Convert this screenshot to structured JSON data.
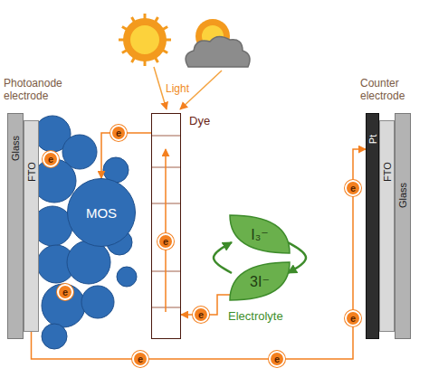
{
  "diagram": {
    "nodes": [
      {
        "text": [
          "Glass"
        ]
      },
      {
        "text": [
          "FTO"
        ]
      },
      {
        "text": [
          "MOS"
        ]
      },
      {
        "text": [
          "Dye"
        ]
      },
      {
        "text": [
          "I₃⁻"
        ]
      },
      {
        "text": [
          "3I⁻"
        ]
      },
      {
        "text": [
          "Pt"
        ]
      },
      {
        "text": [
          "FTO"
        ]
      },
      {
        "text": [
          "Glass"
        ]
      }
    ],
    "edges": [
      {
        "from": 3,
        "to": 2,
        "arrow": "to"
      },
      {
        "from": 1,
        "to": 6,
        "arrow": "to"
      },
      {
        "from": 5,
        "to": 3,
        "arrow": "to"
      },
      {
        "from": 5,
        "to": 4,
        "arrow": "to"
      },
      {
        "from": 4,
        "to": 5,
        "arrow": "to"
      }
    ],
    "labels": [
      "Light",
      "Photoanode electrode",
      "Counter electrode",
      "Electrolyte",
      "e",
      "e",
      "e",
      "e",
      "e",
      "e",
      "e",
      "e",
      "e"
    ]
  }
}
